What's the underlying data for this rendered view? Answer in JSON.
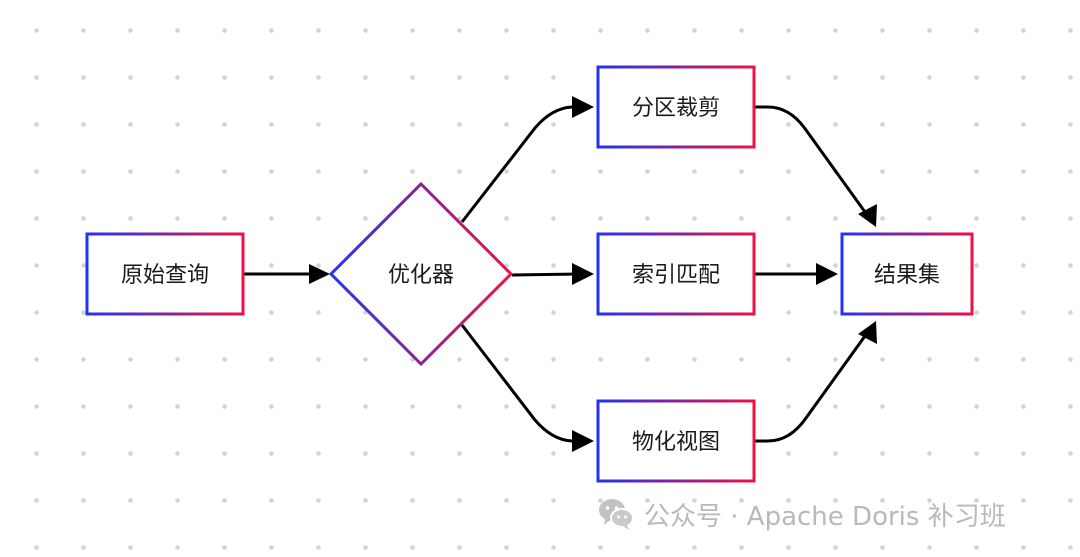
{
  "nodes": {
    "query": "原始查询",
    "optimizer": "优化器",
    "partition": "分区裁剪",
    "index": "索引匹配",
    "mv": "物化视图",
    "result": "结果集"
  },
  "watermark": {
    "text": "公众号 · Apache Doris 补习班",
    "icon": "wechat-icon"
  },
  "colors": {
    "border_start": "#2233ee",
    "border_end": "#ee1144",
    "arrow": "#000000",
    "dots": "#d4d4d4",
    "watermark": "#b9b9b9"
  }
}
